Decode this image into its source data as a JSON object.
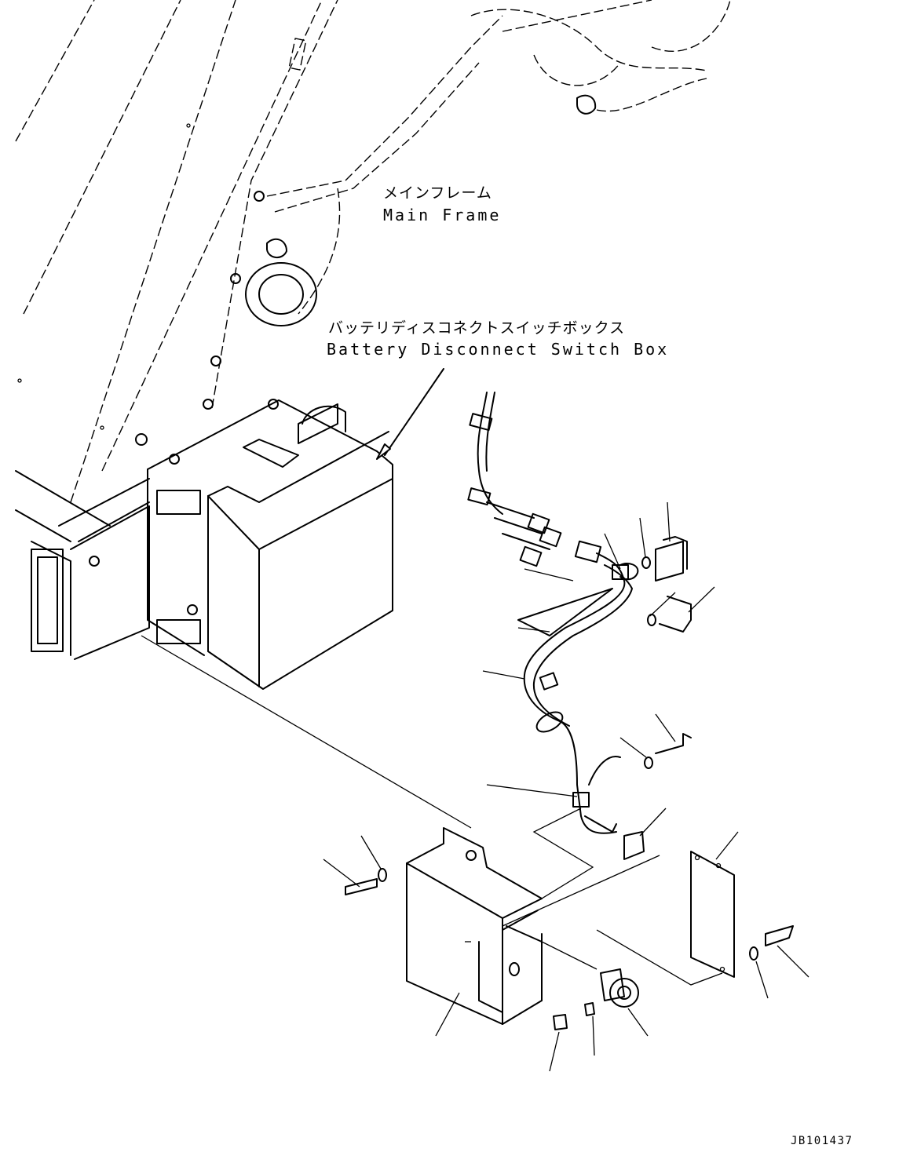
{
  "labels": {
    "main_frame_jp": "メインフレーム",
    "main_frame_en": "Main Frame",
    "switch_box_jp": "バッテリディスコネクトスイッチボックス",
    "switch_box_en": "Battery Disconnect Switch Box",
    "drawing_code": "JB101437"
  },
  "colors": {
    "line": "#000000",
    "background": "#ffffff"
  }
}
